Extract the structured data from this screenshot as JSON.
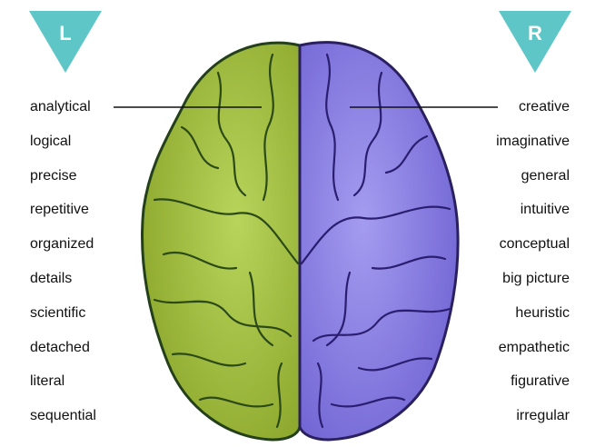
{
  "left_badge": {
    "letter": "L",
    "color": "#5ec6c6"
  },
  "right_badge": {
    "letter": "R",
    "color": "#5ec6c6"
  },
  "left_traits": [
    "analytical",
    "logical",
    "precise",
    "repetitive",
    "organized",
    "details",
    "scientific",
    "detached",
    "literal",
    "sequential"
  ],
  "right_traits": [
    "creative",
    "imaginative",
    "general",
    "intuitive",
    "conceptual",
    "big picture",
    "heuristic",
    "empathetic",
    "figurative",
    "irregular"
  ],
  "colors": {
    "left_hemisphere": "#9fbf3a",
    "right_hemisphere": "#8a7fe0",
    "outline": "#1f3a14"
  }
}
